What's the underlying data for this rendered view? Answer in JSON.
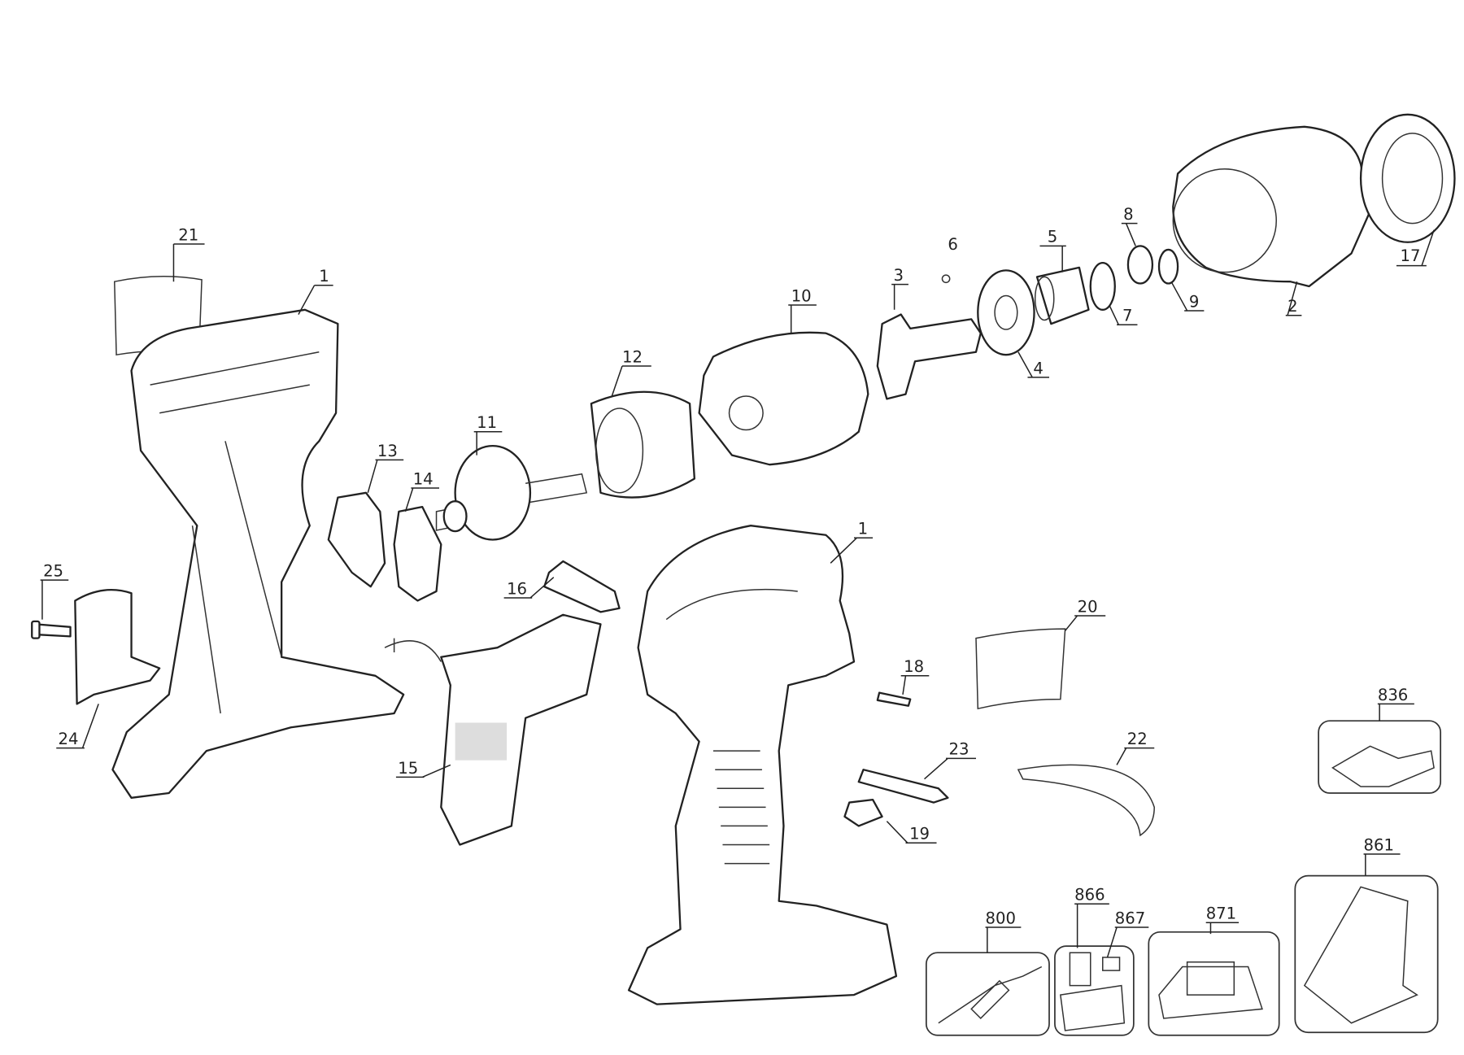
{
  "diagram": {
    "title": "Exploded parts view - cordless impact driver",
    "callouts": {
      "c21": "21",
      "c1a": "1",
      "c12": "12",
      "c11": "11",
      "c10": "10",
      "c3": "3",
      "c6": "6",
      "c5": "5",
      "c8": "8",
      "c9": "9",
      "c2": "2",
      "c17": "17",
      "c7": "7",
      "c4": "4",
      "c13": "13",
      "c14": "14",
      "c16": "16",
      "c25": "25",
      "c24": "24",
      "c15": "15",
      "c1b": "1",
      "c20": "20",
      "c18": "18",
      "c23": "23",
      "c22": "22",
      "c19": "19",
      "c836": "836",
      "c861": "861",
      "c800": "800",
      "c866": "866",
      "c867": "867",
      "c871": "871"
    }
  }
}
